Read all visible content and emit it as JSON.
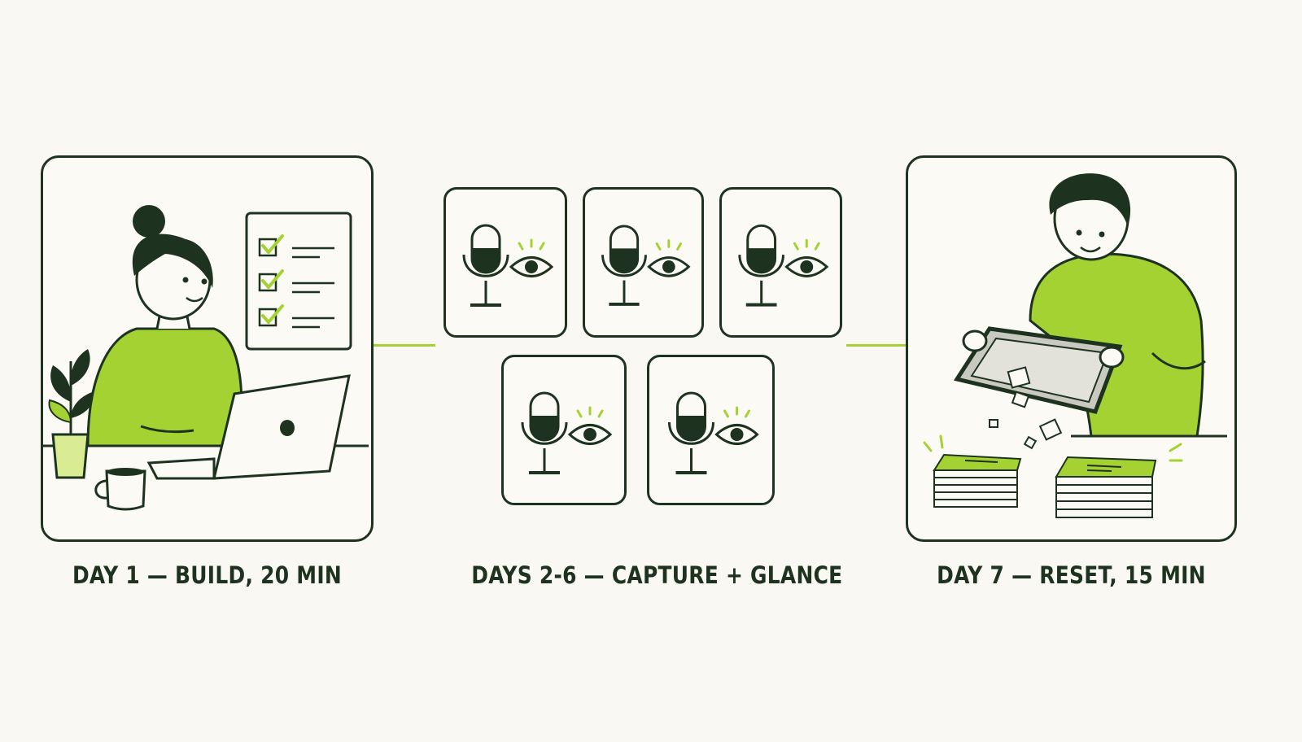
{
  "steps": [
    {
      "id": "build",
      "caption": "DAY 1 — BUILD, 20 MIN"
    },
    {
      "id": "capture",
      "caption": "DAYS 2-6 — CAPTURE + GLANCE",
      "card_count": 5
    },
    {
      "id": "reset",
      "caption": "DAY 7 — RESET, 15 MIN"
    }
  ],
  "colors": {
    "background": "#f9f8f2",
    "ink": "#1d3320",
    "accent": "#a4d233"
  },
  "icons": {
    "capture_card": [
      "microphone-icon",
      "eye-icon"
    ],
    "build_panel": [
      "checklist-icon",
      "laptop-icon",
      "plant-icon",
      "mug-icon"
    ],
    "reset_panel": [
      "tray-icon",
      "card-stack-icon"
    ]
  }
}
